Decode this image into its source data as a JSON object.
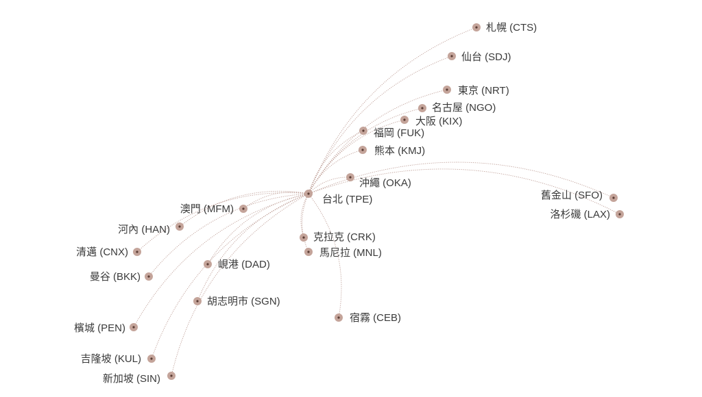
{
  "hub": {
    "id": "TPE",
    "label": "台北 (TPE)"
  },
  "destinations": [
    {
      "id": "CTS",
      "label": "札幌 (CTS)"
    },
    {
      "id": "SDJ",
      "label": "仙台 (SDJ)"
    },
    {
      "id": "NRT",
      "label": "東京 (NRT)"
    },
    {
      "id": "NGO",
      "label": "名古屋 (NGO)"
    },
    {
      "id": "KIX",
      "label": "大阪 (KIX)"
    },
    {
      "id": "FUK",
      "label": "福岡 (FUK)"
    },
    {
      "id": "KMJ",
      "label": "熊本 (KMJ)"
    },
    {
      "id": "OKA",
      "label": "沖繩 (OKA)"
    },
    {
      "id": "SFO",
      "label": "舊金山 (SFO)"
    },
    {
      "id": "LAX",
      "label": "洛杉磯 (LAX)"
    },
    {
      "id": "MFM",
      "label": "澳門 (MFM)"
    },
    {
      "id": "HAN",
      "label": "河內 (HAN)"
    },
    {
      "id": "CNX",
      "label": "清邁 (CNX)"
    },
    {
      "id": "BKK",
      "label": "曼谷 (BKK)"
    },
    {
      "id": "DAD",
      "label": "峴港 (DAD)"
    },
    {
      "id": "CRK",
      "label": "克拉克 (CRK)"
    },
    {
      "id": "MNL",
      "label": "馬尼拉 (MNL)"
    },
    {
      "id": "SGN",
      "label": "胡志明市 (SGN)"
    },
    {
      "id": "CEB",
      "label": "宿霧 (CEB)"
    },
    {
      "id": "PEN",
      "label": "檳城 (PEN)"
    },
    {
      "id": "KUL",
      "label": "吉隆坡 (KUL)"
    },
    {
      "id": "SIN",
      "label": "新加坡 (SIN)"
    }
  ]
}
